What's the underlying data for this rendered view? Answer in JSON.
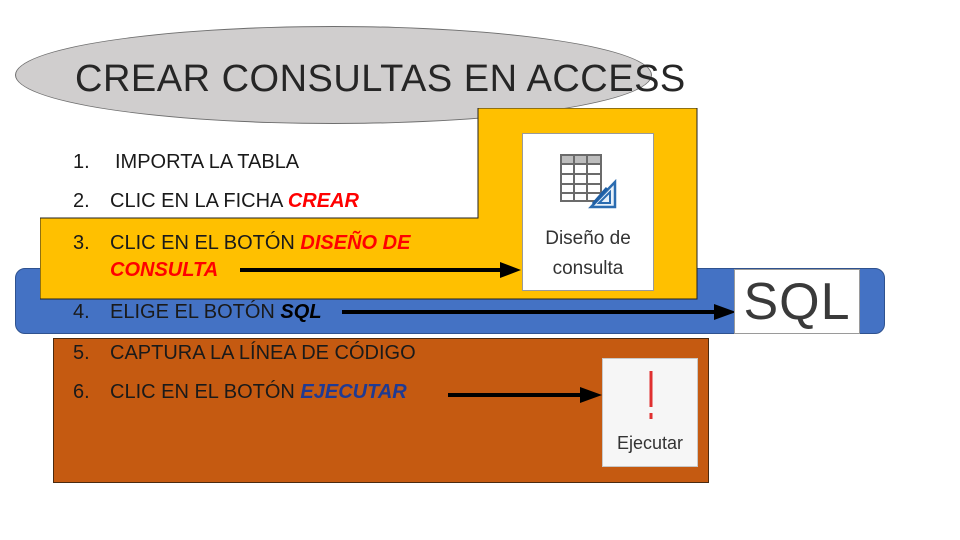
{
  "title": "CREAR CONSULTAS EN ACCESS",
  "steps": [
    {
      "num": "1.",
      "text": "IMPORTA LA TABLA",
      "highlight": ""
    },
    {
      "num": "2.",
      "text": "CLIC EN LA FICHA ",
      "highlight": "CREAR"
    },
    {
      "num": "3.",
      "text": "CLIC EN EL BOTÓN ",
      "highlight": "DISEÑO DE",
      "highlight2": "CONSULTA"
    },
    {
      "num": "4.",
      "text": "ELIGE EL BOTÓN ",
      "highlight": "SQL"
    },
    {
      "num": "5.",
      "text": "CAPTURA LA LÍNEA DE CÓDIGO",
      "highlight": ""
    },
    {
      "num": "6.",
      "text": "CLIC EN EL BOTÓN ",
      "highlight": "EJECUTAR"
    }
  ],
  "buttons": {
    "diseno_line1": "Diseño de",
    "diseno_line2": "consulta",
    "sql": "SQL",
    "ejecutar": "Ejecutar"
  },
  "colors": {
    "yellow": "#ffc000",
    "blue": "#4472c4",
    "brown": "#c55a11",
    "red": "#ff0000",
    "navy": "#1f3a93",
    "ellipse": "#d0cece"
  }
}
